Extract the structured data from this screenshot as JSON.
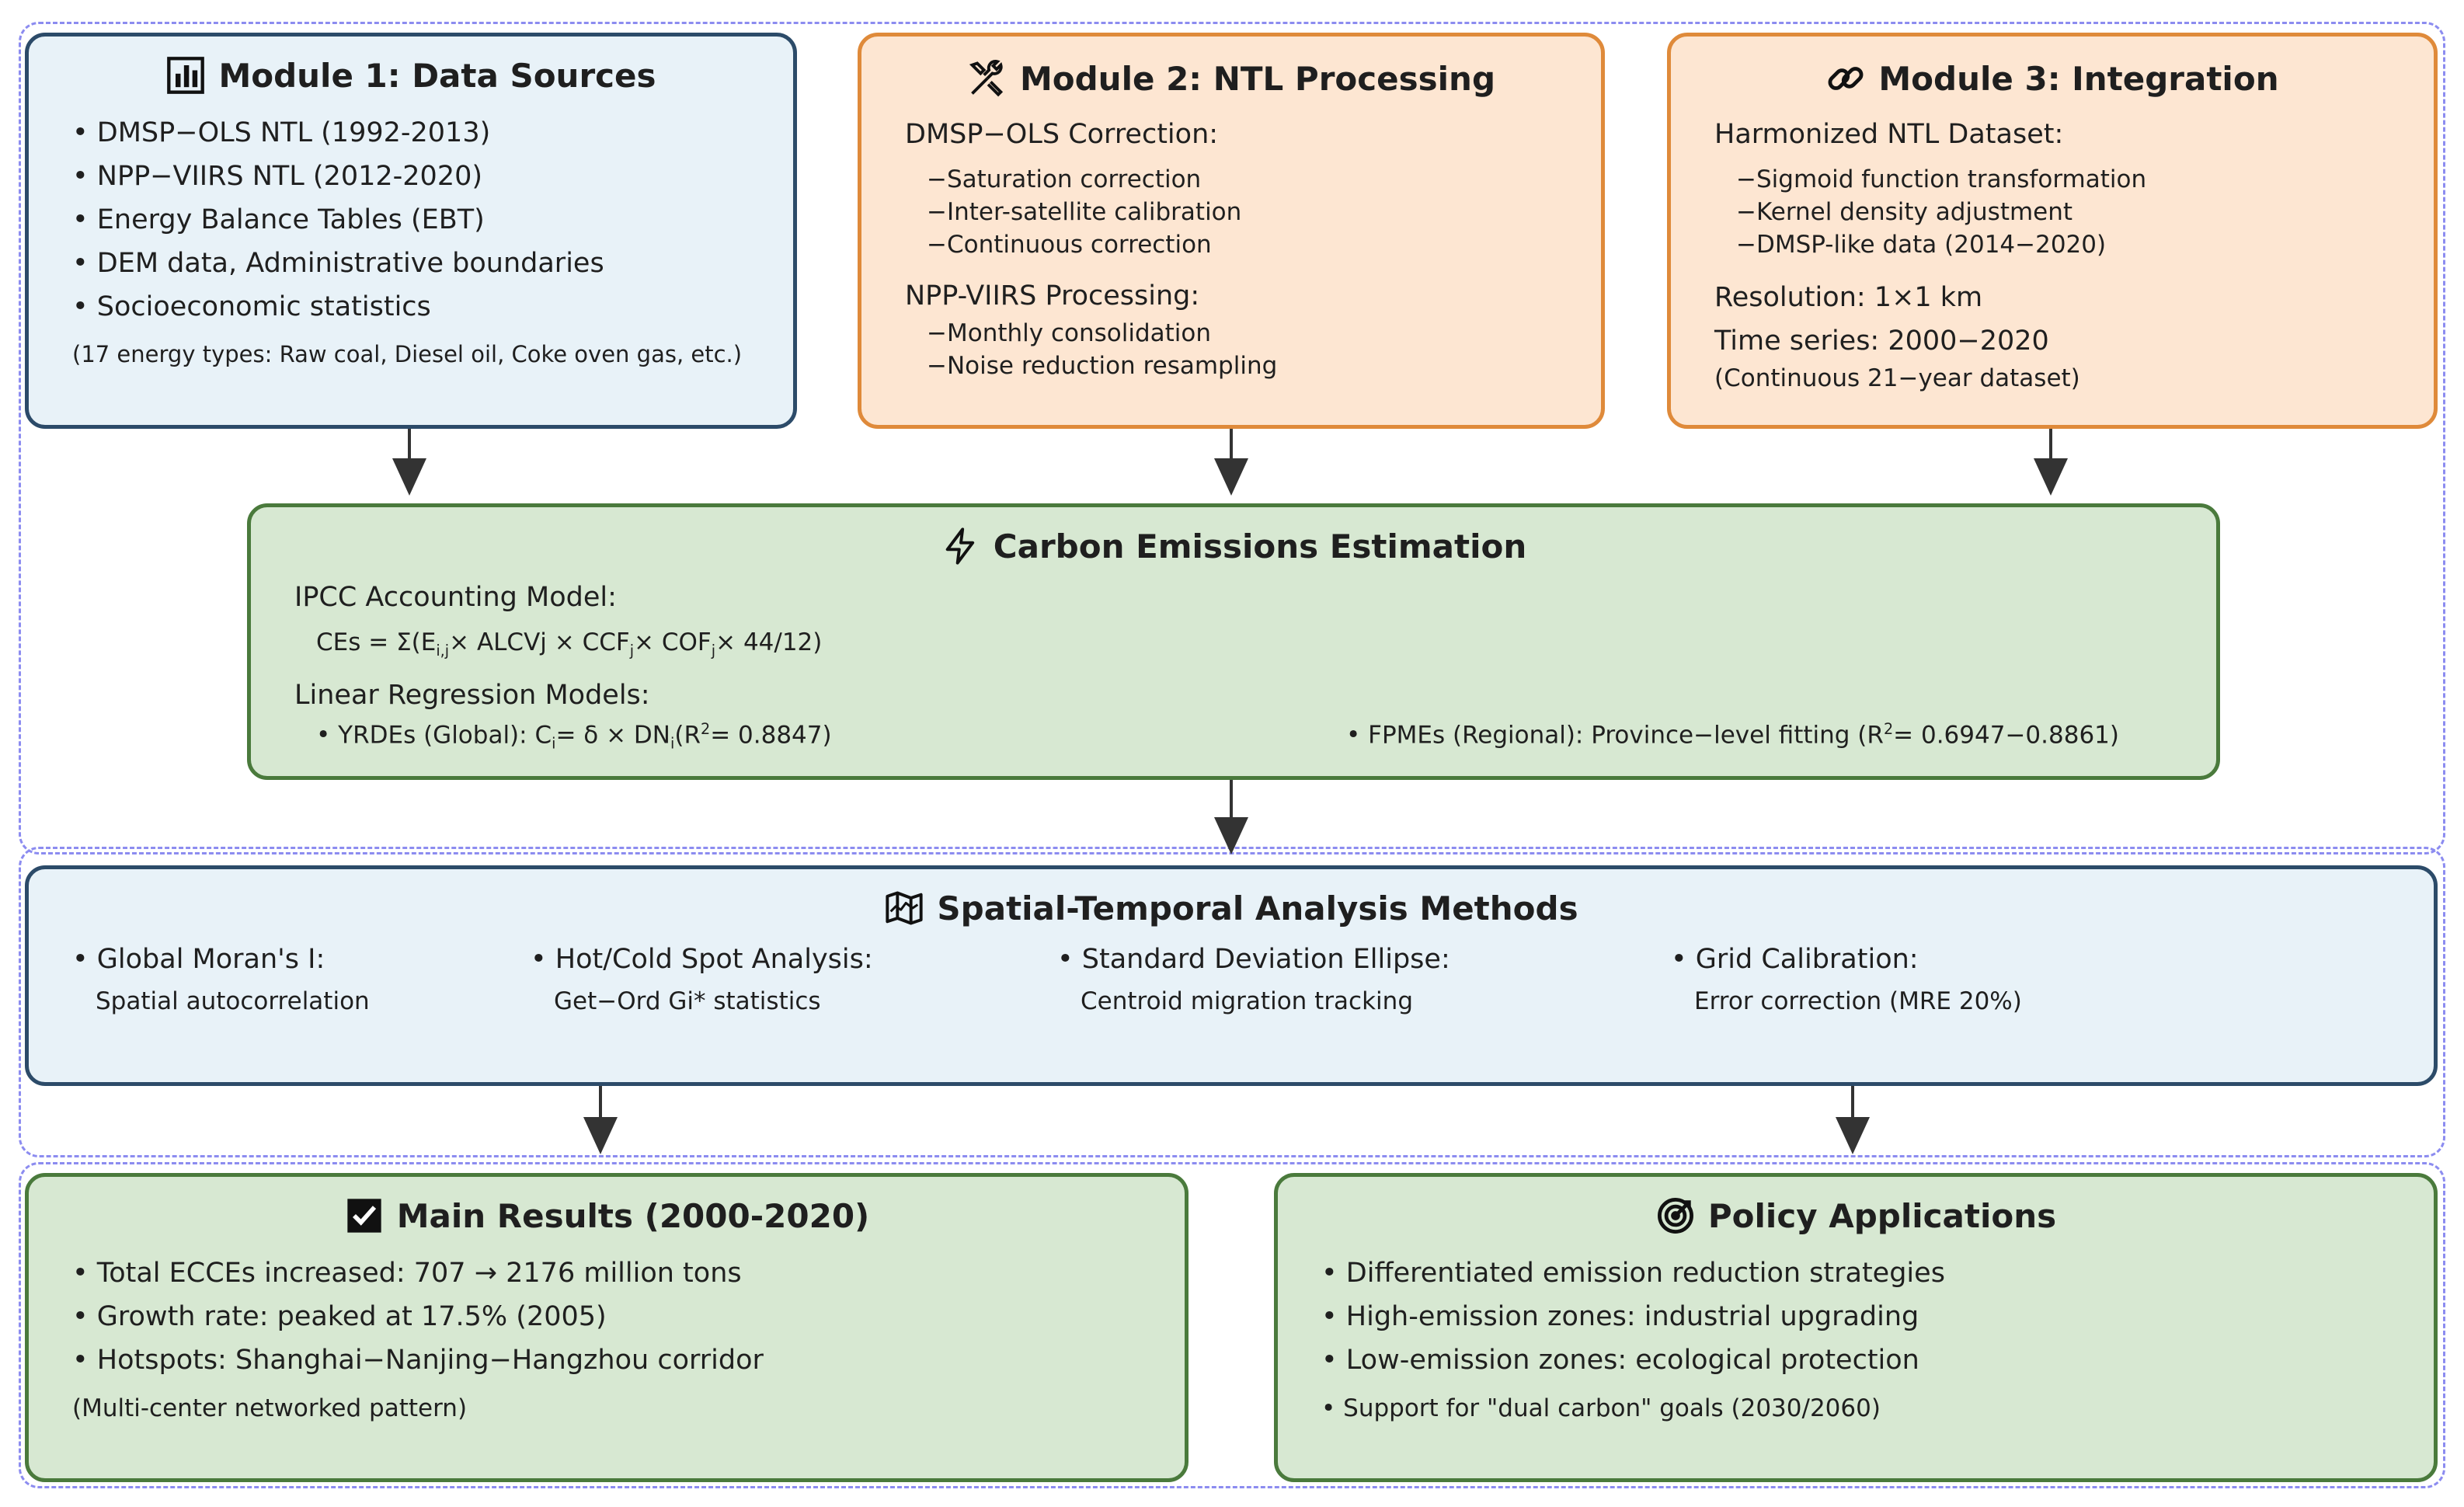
{
  "module1": {
    "title": "Module 1: Data Sources",
    "icon": "bar-chart-icon",
    "items": [
      "DMSP−OLS NTL (1992-2013)",
      "NPP−VIIRS NTL (2012-2020)",
      "Energy Balance Tables (EBT)",
      "DEM data, Administrative boundaries",
      "Socioeconomic statistics"
    ],
    "note": "(17 energy types: Raw coal, Diesel oil, Coke oven gas, etc.)"
  },
  "module2": {
    "title": "Module 2: NTL Processing",
    "icon": "tools-icon",
    "dmsp_heading": "DMSP−OLS Correction:",
    "dmsp_steps": [
      "−Saturation correction",
      "−Inter-satellite calibration",
      "−Continuous correction"
    ],
    "viirs_heading": "NPP-VIIRS Processing:",
    "viirs_steps": [
      "−Monthly consolidation",
      "−Noise reduction resampling"
    ]
  },
  "module3": {
    "title": "Module 3: Integration",
    "icon": "link-icon",
    "heading": "Harmonized NTL Dataset:",
    "steps": [
      "−Sigmoid function transformation",
      "−Kernel density adjustment",
      "−DMSP-like data (2014−2020)"
    ],
    "resolution": "Resolution: 1×1 km",
    "time_series": "Time series: 2000−2020",
    "note": "(Continuous 21−year dataset)"
  },
  "carbon": {
    "title": "Carbon Emissions Estimation",
    "icon": "lightning-icon",
    "ipcc_heading": "IPCC Accounting Model:",
    "formula": {
      "a": "CEs = Σ(E",
      "a_sub": "i,j",
      "b": "× ALCVj × CCF",
      "b_sub": "j",
      "c": "× COF",
      "c_sub": "j",
      "d": "× 44/12)"
    },
    "regression_heading": "Linear Regression Models:",
    "yrdes": {
      "a": "YRDEs (Global): C",
      "a_sub": "i",
      "b": "= δ × DN",
      "b_sub": "i",
      "c": "(R",
      "c_sup": "2",
      "d": "= 0.8847)"
    },
    "fpmes": {
      "a": "FPMEs (Regional): Province−level fitting (R",
      "a_sup": "2",
      "b": "= 0.6947−0.8861)"
    }
  },
  "spatial": {
    "title": "Spatial-Temporal Analysis Methods",
    "icon": "map-icon",
    "methods": [
      {
        "name": "Global Moran's I:",
        "desc": "Spatial autocorrelation"
      },
      {
        "name": "Hot/Cold Spot Analysis:",
        "desc": "Get−Ord Gi* statistics"
      },
      {
        "name": "Standard Deviation Ellipse:",
        "desc": "Centroid migration tracking"
      },
      {
        "name": "Grid Calibration:",
        "desc": "Error correction (MRE 20%)"
      }
    ]
  },
  "results": {
    "title": "Main Results (2000-2020)",
    "icon": "checkbox-icon",
    "items": [
      "Total ECCEs increased: 707 → 2176 million tons",
      "Growth rate: peaked at 17.5% (2005)",
      "Hotspots: Shanghai−Nanjing−Hangzhou corridor"
    ],
    "note": "(Multi-center networked pattern)"
  },
  "policy": {
    "title": "Policy Applications",
    "icon": "target-icon",
    "items": [
      "Differentiated emission reduction strategies",
      "High-emission zones: industrial upgrading",
      "Low-emission zones: ecological protection"
    ],
    "note": "Support for \"dual carbon\" goals (2030/2060)"
  },
  "colors": {
    "blue_fill": "#e8f2f8",
    "blue_border": "#2c4b69",
    "orange_fill": "#fde6d2",
    "orange_border": "#df8a3a",
    "green_fill": "#d7e8d2",
    "green_border": "#4a7a3c",
    "dash": "#8c8cf0"
  }
}
